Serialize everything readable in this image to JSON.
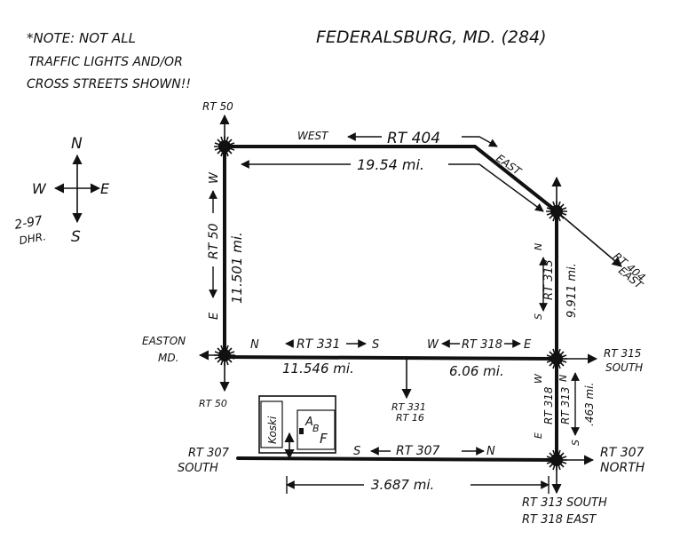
{
  "note": {
    "line1": "*NOTE: NOT ALL",
    "line2": "TRAFFIC LIGHTS AND/OR",
    "line3": "CROSS STREETS SHOWN!!"
  },
  "title": "FEDERALSBURG, MD. (284)",
  "compass": {
    "n": "N",
    "s": "S",
    "e": "E",
    "w": "W"
  },
  "signature": {
    "date": "2-97",
    "initials": "DHR."
  },
  "labels": {
    "rt50_top": "RT 50",
    "rt50_bottom": "RT 50",
    "easton_1": "EASTON",
    "easton_2": "MD.",
    "rt404_west": "WEST",
    "rt404_name": "RT 404",
    "rt404_east": "EAST",
    "rt404_exit_1": "RT 404",
    "rt404_exit_2": "EAST",
    "rt50_side_w": "W",
    "rt50_side_name": "RT 50",
    "rt50_side_e": "E",
    "rt313_n": "N",
    "rt313_name": "RT 313",
    "rt313_s": "S",
    "rt331_n": "N",
    "rt331_name": "RT 331",
    "rt331_s": "S",
    "rt318_w": "W",
    "rt318_name": "RT 318",
    "rt318_e": "E",
    "rt315_1": "RT 315",
    "rt315_2": "SOUTH",
    "rt331_16_1": "RT 331",
    "rt331_16_2": "RT 16",
    "rt307_s": "S",
    "rt307_name": "RT 307",
    "rt307_n": "N",
    "rt307_south_1": "RT 307",
    "rt307_south_2": "SOUTH",
    "rt307_north_1": "RT 307",
    "rt307_north_2": "NORTH",
    "bottom_1": "RT 313 SOUTH",
    "bottom_2": "RT 318 EAST",
    "seg_w": "W",
    "seg_318": "RT 318",
    "seg_e": "E",
    "seg_n": "N",
    "seg_313": "RT 313",
    "seg_s": "S",
    "koski": "Koski",
    "abf_a": "A",
    "abf_b": "B",
    "abf_f": "F"
  },
  "distances": {
    "rt404": "19.54 mi.",
    "rt50": "11.501 mi.",
    "rt331": "11.546 mi.",
    "rt318": "6.06 mi.",
    "rt313": "9.911 mi.",
    "short": ".463 mi.",
    "rt307": "3.687 mi."
  }
}
